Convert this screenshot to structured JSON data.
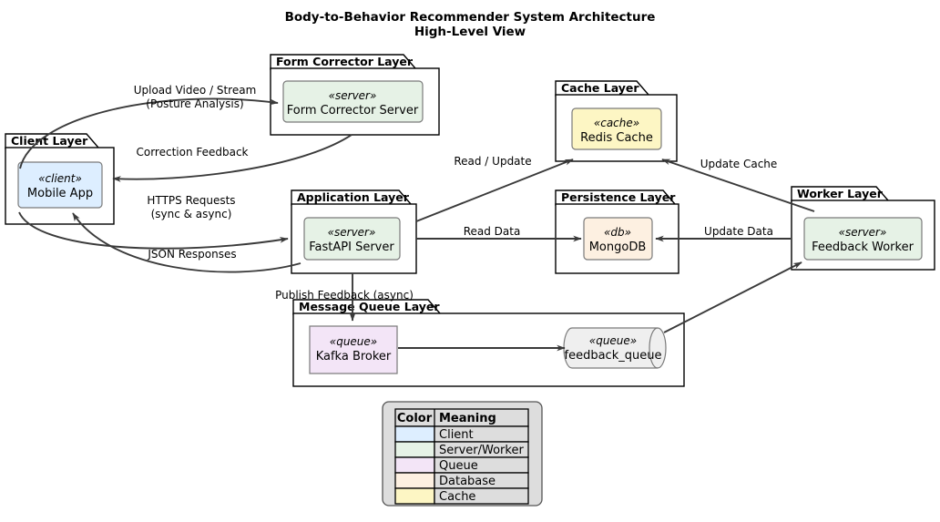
{
  "diagram": {
    "title_line1": "Body-to-Behavior Recommender System Architecture",
    "title_line2": "High-Level View",
    "type": "uml-deployment-architecture"
  },
  "colors": {
    "client": "#ddeeff",
    "server": "#e6f2e6",
    "queue": "#f3e5f7",
    "database": "#fdf0e1",
    "cache": "#fdf6c4",
    "queue_cylinder": "#efefef",
    "edge": "#3a3a3a",
    "package_border": "#000000",
    "legend_bg": "#dddddd",
    "legend_row_bg": "#dddddd"
  },
  "packages": [
    {
      "id": "client-layer",
      "title": "Client Layer"
    },
    {
      "id": "form-corrector-layer",
      "title": "Form Corrector Layer"
    },
    {
      "id": "cache-layer",
      "title": "Cache Layer"
    },
    {
      "id": "application-layer",
      "title": "Application Layer"
    },
    {
      "id": "persistence-layer",
      "title": "Persistence Layer"
    },
    {
      "id": "worker-layer",
      "title": "Worker Layer"
    },
    {
      "id": "message-queue-layer",
      "title": "Message Queue Layer"
    }
  ],
  "nodes": [
    {
      "id": "mobile-app",
      "stereotype": "«client»",
      "label": "Mobile App",
      "package": "client-layer"
    },
    {
      "id": "form-corrector-server",
      "stereotype": "«server»",
      "label": "Form Corrector Server",
      "package": "form-corrector-layer"
    },
    {
      "id": "redis-cache",
      "stereotype": "«cache»",
      "label": "Redis Cache",
      "package": "cache-layer"
    },
    {
      "id": "fastapi-server",
      "stereotype": "«server»",
      "label": "FastAPI Server",
      "package": "application-layer"
    },
    {
      "id": "mongodb",
      "stereotype": "«db»",
      "label": "MongoDB",
      "package": "persistence-layer"
    },
    {
      "id": "feedback-worker",
      "stereotype": "«server»",
      "label": "Feedback Worker",
      "package": "worker-layer"
    },
    {
      "id": "kafka-broker",
      "stereotype": "«queue»",
      "label": "Kafka Broker",
      "package": "message-queue-layer"
    },
    {
      "id": "feedback-queue",
      "stereotype": "«queue»",
      "label": "feedback_queue",
      "package": "message-queue-layer"
    }
  ],
  "edges": [
    {
      "id": "upload-video",
      "label_line1": "Upload Video / Stream",
      "label_line2": "(Posture Analysis)",
      "from": "mobile-app",
      "to": "form-corrector-server"
    },
    {
      "id": "correction-feedback",
      "label_line1": "Correction Feedback",
      "label_line2": "",
      "from": "form-corrector-server",
      "to": "mobile-app"
    },
    {
      "id": "https-requests",
      "label_line1": "HTTPS Requests",
      "label_line2": "(sync & async)",
      "from": "mobile-app",
      "to": "fastapi-server"
    },
    {
      "id": "json-responses",
      "label_line1": "JSON Responses",
      "label_line2": "",
      "from": "fastapi-server",
      "to": "mobile-app"
    },
    {
      "id": "read-update",
      "label_line1": "Read / Update",
      "label_line2": "",
      "from": "fastapi-server",
      "to": "redis-cache"
    },
    {
      "id": "read-data",
      "label_line1": "Read Data",
      "label_line2": "",
      "from": "fastapi-server",
      "to": "mongodb"
    },
    {
      "id": "update-data",
      "label_line1": "Update Data",
      "label_line2": "",
      "from": "feedback-worker",
      "to": "mongodb"
    },
    {
      "id": "update-cache",
      "label_line1": "Update Cache",
      "label_line2": "",
      "from": "feedback-worker",
      "to": "redis-cache"
    },
    {
      "id": "publish-feedback",
      "label_line1": "Publish Feedback (async)",
      "label_line2": "",
      "from": "fastapi-server",
      "to": "kafka-broker"
    },
    {
      "id": "kafka-to-queue",
      "label_line1": "",
      "label_line2": "",
      "from": "kafka-broker",
      "to": "feedback-queue"
    },
    {
      "id": "queue-to-worker",
      "label_line1": "",
      "label_line2": "",
      "from": "feedback-queue",
      "to": "feedback-worker"
    }
  ],
  "legend": {
    "headers": [
      "Color",
      "Meaning"
    ],
    "rows": [
      {
        "meaning": "Client",
        "color": "#ddeeff"
      },
      {
        "meaning": "Server/Worker",
        "color": "#e6f2e6"
      },
      {
        "meaning": "Queue",
        "color": "#f3e5f7"
      },
      {
        "meaning": "Database",
        "color": "#fdf0e1"
      },
      {
        "meaning": "Cache",
        "color": "#fdf6c4"
      }
    ]
  }
}
